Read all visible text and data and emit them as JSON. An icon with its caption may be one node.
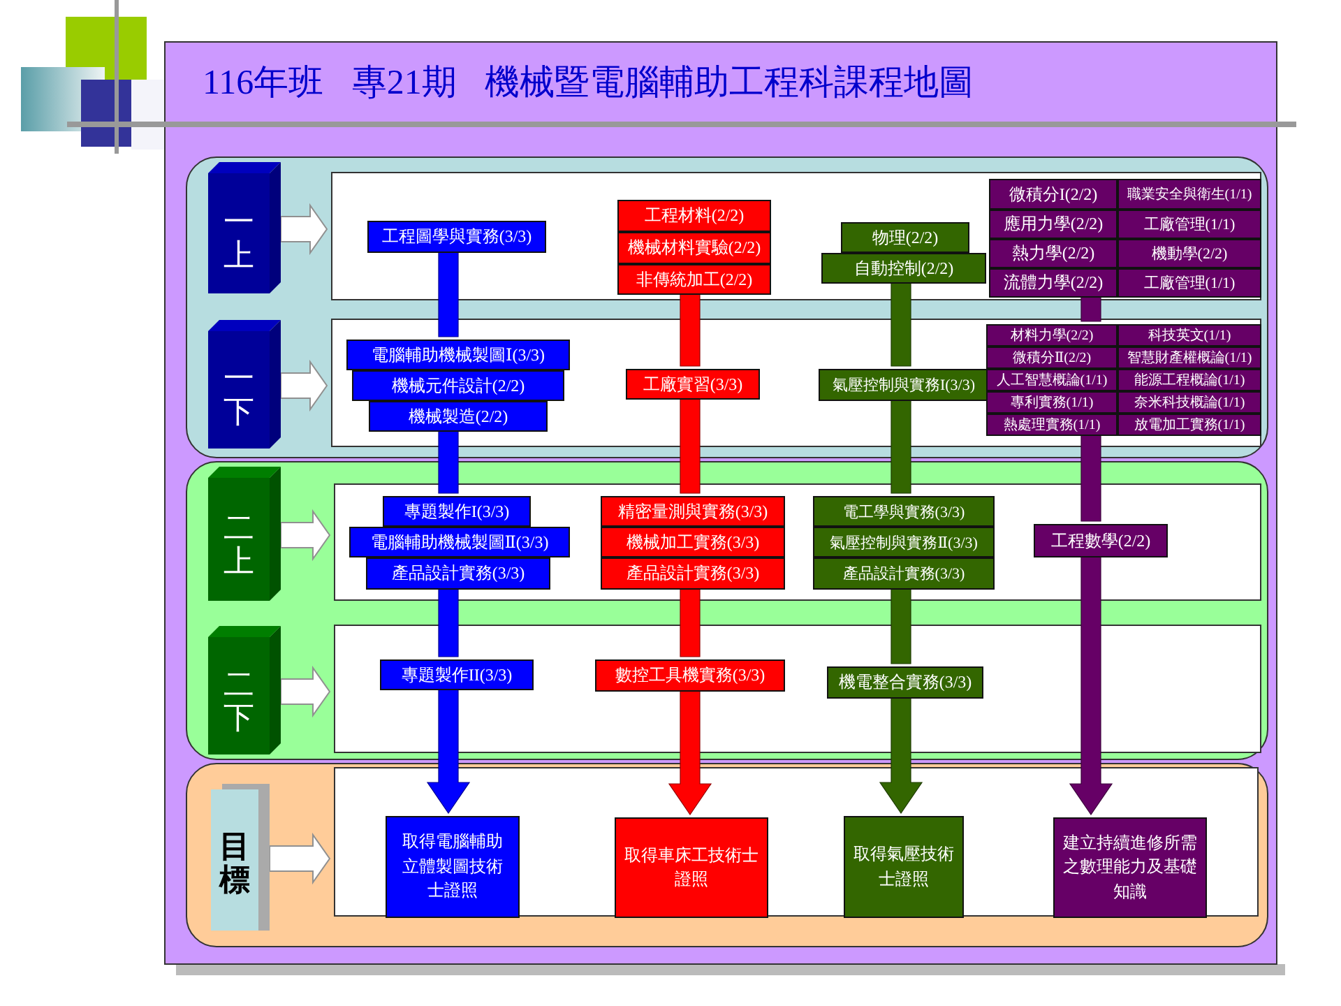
{
  "diagram": {
    "title": "116年班 專21期 機械暨電腦輔助工程科課程地圖",
    "nodes": [
      {
        "text": [],
        "shape": "box"
      },
      {
        "text": [
          "一上"
        ],
        "in": 0
      },
      {
        "text": [],
        "shape": "box",
        "in": 0
      },
      {
        "text": [
          "工程圖學與實務(3/3)"
        ],
        "in": 2
      },
      {
        "text": [
          "工程材料(2/2)"
        ],
        "in": 2
      },
      {
        "text": [
          "機械材料實驗(2/2)"
        ],
        "in": 2
      },
      {
        "text": [
          "非傳統加工(2/2)"
        ],
        "in": 2
      },
      {
        "text": [
          "物理(2/2)"
        ],
        "in": 2
      },
      {
        "text": [
          "自動控制(2/2)"
        ],
        "in": 2
      },
      {
        "text": [
          "微積分I(2/2)"
        ],
        "in": 2
      },
      {
        "text": [
          "職業安全與衛生(1/1)"
        ],
        "in": 2
      },
      {
        "text": [
          "應用力學(2/2)"
        ],
        "in": 2
      },
      {
        "text": [
          "工廠管理(1/1)"
        ],
        "in": 2
      },
      {
        "text": [
          "熱力學(2/2)"
        ],
        "in": 2
      },
      {
        "text": [
          "機動學(2/2)"
        ],
        "in": 2
      },
      {
        "text": [
          "流體力學(2/2)"
        ],
        "in": 2
      },
      {
        "text": [
          "工廠管理(1/1)"
        ],
        "in": 2
      },
      {
        "text": [
          "一下"
        ],
        "in": 0
      },
      {
        "text": [],
        "shape": "box",
        "in": 0
      },
      {
        "text": [
          "電腦輔助機械製圖Ⅰ(3/3)"
        ],
        "in": 18
      },
      {
        "text": [
          "機械元件設計(2/2)"
        ],
        "in": 18
      },
      {
        "text": [
          "機械製造(2/2)"
        ],
        "in": 18
      },
      {
        "text": [
          "工廠實習(3/3)"
        ],
        "in": 18
      },
      {
        "text": [
          "氣壓控制與實務I(3/3)"
        ],
        "in": 18
      },
      {
        "text": [
          "材料力學(2/2)"
        ],
        "in": 18
      },
      {
        "text": [
          "科技英文(1/1)"
        ],
        "in": 18
      },
      {
        "text": [
          "微積分Ⅱ(2/2)"
        ],
        "in": 18
      },
      {
        "text": [
          "智慧財產權概論(1/1)"
        ],
        "in": 18
      },
      {
        "text": [
          "人工智慧概論(1/1)"
        ],
        "in": 18
      },
      {
        "text": [
          "能源工程概論(1/1)"
        ],
        "in": 18
      },
      {
        "text": [
          "專利實務(1/1)"
        ],
        "in": 18
      },
      {
        "text": [
          "奈米科技概論(1/1)"
        ],
        "in": 18
      },
      {
        "text": [
          "熱處理實務(1/1)"
        ],
        "in": 18
      },
      {
        "text": [
          "放電加工實務(1/1)"
        ],
        "in": 18
      },
      {
        "text": [],
        "shape": "box"
      },
      {
        "text": [
          "二上"
        ],
        "in": 34
      },
      {
        "text": [],
        "shape": "box",
        "in": 34
      },
      {
        "text": [
          "專題製作I(3/3)"
        ],
        "in": 36
      },
      {
        "text": [
          "電腦輔助機械製圖Ⅱ(3/3)"
        ],
        "in": 36
      },
      {
        "text": [
          "產品設計實務(3/3)"
        ],
        "in": 36
      },
      {
        "text": [
          "精密量測與實務(3/3)"
        ],
        "in": 36
      },
      {
        "text": [
          "機械加工實務(3/3)"
        ],
        "in": 36
      },
      {
        "text": [
          "產品設計實務(3/3)"
        ],
        "in": 36
      },
      {
        "text": [
          "電工學與實務(3/3)"
        ],
        "in": 36
      },
      {
        "text": [
          "氣壓控制與實務Ⅱ(3/3)"
        ],
        "in": 36
      },
      {
        "text": [
          "產品設計實務(3/3)"
        ],
        "in": 36
      },
      {
        "text": [
          "工程數學(2/2)"
        ],
        "in": 36
      },
      {
        "text": [
          "二下"
        ],
        "in": 34
      },
      {
        "text": [],
        "shape": "box",
        "in": 34
      },
      {
        "text": [
          "專題製作II(3/3)"
        ],
        "in": 48
      },
      {
        "text": [
          "數控工具機實務(3/3)"
        ],
        "in": 48
      },
      {
        "text": [
          "機電整合實務(3/3)"
        ],
        "in": 48
      },
      {
        "text": [],
        "shape": "box"
      },
      {
        "text": [
          "目標"
        ],
        "in": 52
      },
      {
        "text": [],
        "shape": "box",
        "in": 52
      },
      {
        "text": [
          "取得電腦輔助立體製圖技術士證照"
        ],
        "in": 54
      },
      {
        "text": [
          "取得車床工技術士證照"
        ],
        "in": 54
      },
      {
        "text": [
          "取得氣壓技術士證照"
        ],
        "in": 54
      },
      {
        "text": [
          "建立持續進修所需之數理能力及基礎知識"
        ],
        "in": 54
      }
    ],
    "edges": [
      {
        "from": 1,
        "to": 2,
        "arrow": "to",
        "style": "thick",
        "color": "#ffffff"
      },
      {
        "from": 17,
        "to": 18,
        "arrow": "to",
        "style": "thick",
        "color": "#ffffff"
      },
      {
        "from": 35,
        "to": 36,
        "arrow": "to",
        "style": "thick",
        "color": "#ffffff"
      },
      {
        "from": 47,
        "to": 48,
        "arrow": "to",
        "style": "thick",
        "color": "#ffffff"
      },
      {
        "from": 53,
        "to": 54,
        "arrow": "to",
        "style": "thick",
        "color": "#ffffff"
      },
      {
        "from": 3,
        "to": 19,
        "arrow": "none",
        "style": "thick",
        "color": "#0000ff"
      },
      {
        "from": 21,
        "to": 37,
        "arrow": "none",
        "style": "thick",
        "color": "#0000ff"
      },
      {
        "from": 39,
        "to": 49,
        "arrow": "none",
        "style": "thick",
        "color": "#0000ff"
      },
      {
        "from": 49,
        "to": 55,
        "arrow": "to",
        "style": "thick",
        "color": "#0000ff"
      },
      {
        "from": 6,
        "to": 22,
        "arrow": "none",
        "style": "thick",
        "color": "#ff0000"
      },
      {
        "from": 22,
        "to": 40,
        "arrow": "none",
        "style": "thick",
        "color": "#ff0000"
      },
      {
        "from": 42,
        "to": 50,
        "arrow": "none",
        "style": "thick",
        "color": "#ff0000"
      },
      {
        "from": 50,
        "to": 56,
        "arrow": "to",
        "style": "thick",
        "color": "#ff0000"
      },
      {
        "from": 8,
        "to": 23,
        "arrow": "none",
        "style": "thick",
        "color": "#336600"
      },
      {
        "from": 23,
        "to": 43,
        "arrow": "none",
        "style": "thick",
        "color": "#336600"
      },
      {
        "from": 45,
        "to": 51,
        "arrow": "none",
        "style": "thick",
        "color": "#336600"
      },
      {
        "from": 51,
        "to": 57,
        "arrow": "to",
        "style": "thick",
        "color": "#336600"
      },
      {
        "from": 15,
        "to": 24,
        "arrow": "none",
        "style": "thick",
        "color": "#660066"
      },
      {
        "from": 32,
        "to": 46,
        "arrow": "none",
        "style": "thick",
        "color": "#660066"
      },
      {
        "from": 46,
        "to": 58,
        "arrow": "to",
        "style": "thick",
        "color": "#660066"
      }
    ]
  }
}
